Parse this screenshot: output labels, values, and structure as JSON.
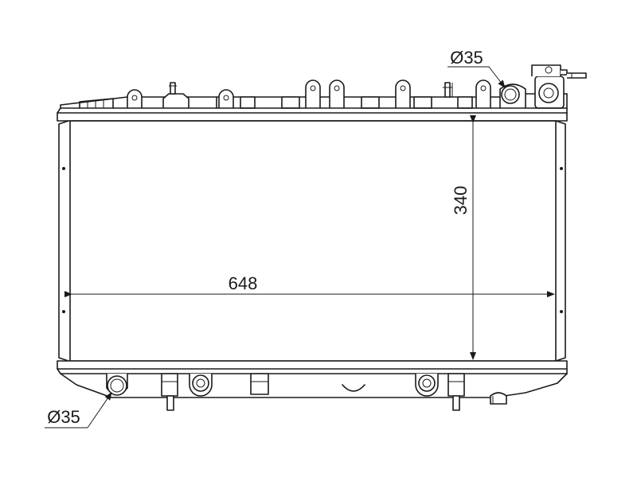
{
  "dimensions": {
    "width_label": "648",
    "height_label": "340",
    "upper_pipe_label": "Ø35",
    "lower_pipe_label": "Ø35"
  }
}
